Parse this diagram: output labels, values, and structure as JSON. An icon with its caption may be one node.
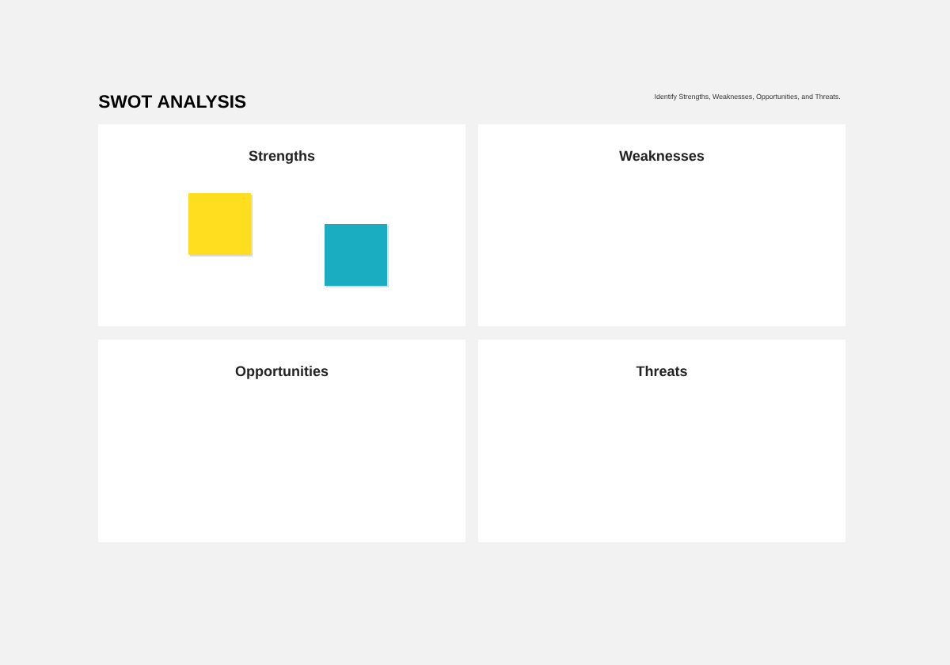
{
  "diagram": {
    "title": "SWOT ANALYSIS",
    "nodes": [
      {
        "text": [
          "Strengths"
        ]
      },
      {
        "text": [
          "Weaknesses"
        ]
      },
      {
        "text": [
          "Opportunities"
        ]
      },
      {
        "text": [
          "Threats"
        ]
      },
      {
        "text": [],
        "shape": "box",
        "in": 0
      },
      {
        "text": [],
        "shape": "box",
        "in": 0
      }
    ],
    "labels": [
      "Identify Strengths, Weaknesses, Opportunities, and Threats."
    ]
  }
}
